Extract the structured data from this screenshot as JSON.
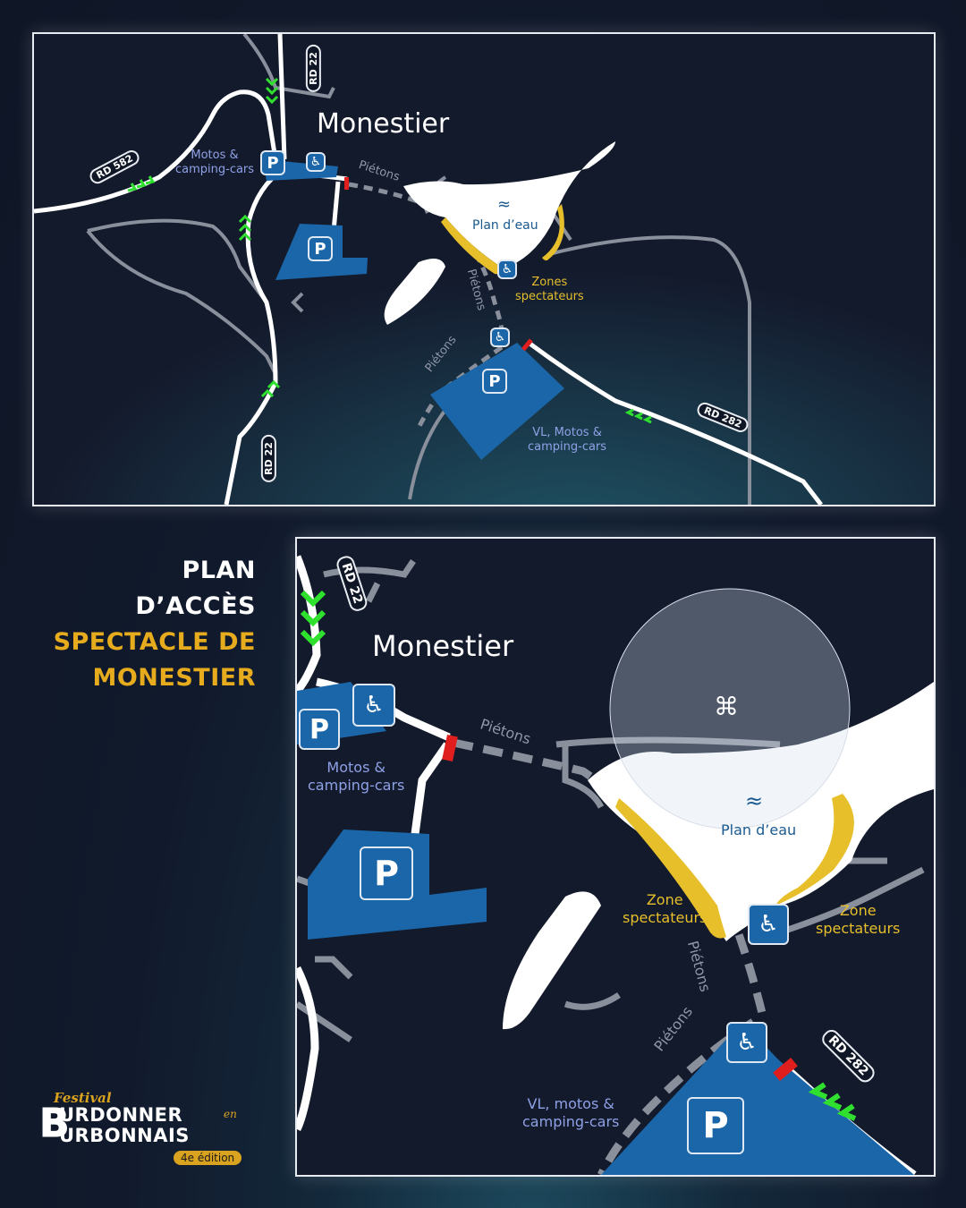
{
  "title": {
    "line1": "PLAN",
    "line2": "D’ACCÈS",
    "line3": "SPECTACLE DE",
    "line4": "MONESTIER"
  },
  "top_map": {
    "town": "Monestier",
    "roads": {
      "rd22_north": "RD 22",
      "rd22_south": "RD 22",
      "rd582": "RD 582",
      "rd282": "RD 282"
    },
    "labels": {
      "motos_parking": "Motos &\ncamping-cars",
      "pietons_1": "Piétons",
      "pietons_2": "Piétons",
      "pietons_3": "Piétons",
      "plan_eau": "Plan d’eau",
      "zones_spectateurs": "Zones\nspectateurs",
      "vl_parking": "VL, Motos &\ncamping-cars"
    },
    "parking_symbol": "P"
  },
  "bottom_map": {
    "town": "Monestier",
    "roads": {
      "rd22": "RD 22",
      "rd282": "RD 282"
    },
    "labels": {
      "motos_parking": "Motos &\ncamping-cars",
      "pietons_1": "Piétons",
      "pietons_2": "Piétons",
      "pietons_3": "Piétons",
      "plan_eau": "Plan d’eau",
      "zone_spectateurs_left": "Zone\nspectateurs",
      "zone_spectateurs_right": "Zone\nspectateurs",
      "vl_parking": "VL, motos &\ncamping-cars"
    },
    "parking_symbol": "P",
    "icons": [
      "drone-icon",
      "water-icon",
      "wheelchair-icon",
      "parking-icon",
      "arrow-chevron-icon"
    ]
  },
  "logo": {
    "festival": "Festival",
    "big_letter": "B",
    "line1": "URDONNER",
    "en": "en",
    "line2": "URBONNAIS",
    "edition": "4e édition"
  },
  "colors": {
    "background": "#111a2c",
    "road": "#ffffff",
    "secondary_road": "#8a8f9c",
    "parking": "#1a66a8",
    "spectator_zone": "#e6bf2b",
    "chevron": "#2fe02f",
    "barrier": "#e01e1e",
    "title_gold": "#e6ac1d"
  }
}
